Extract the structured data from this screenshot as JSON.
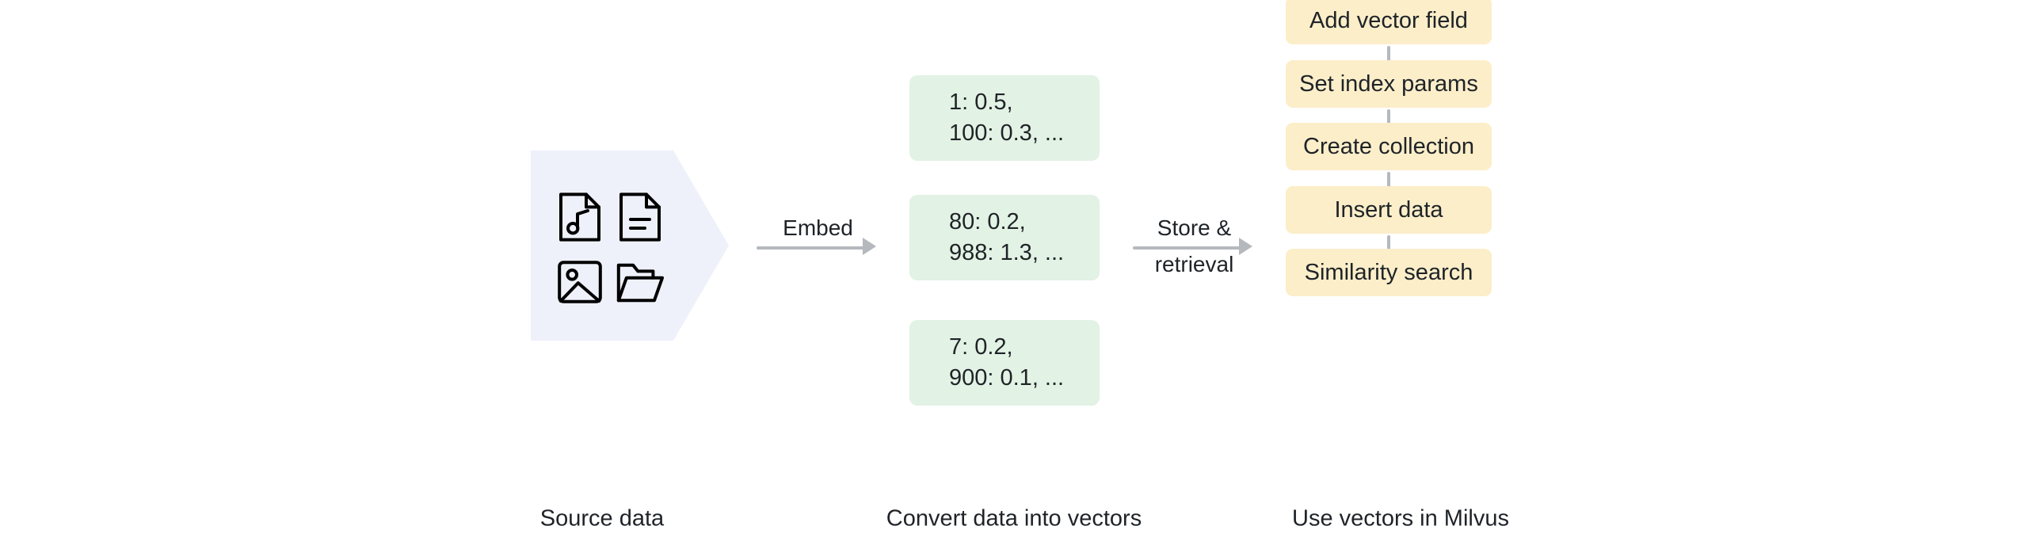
{
  "diagram": {
    "title": "Milvus vector data pipeline",
    "background": "#ffffff",
    "colors": {
      "source_panel": "#eef1fa",
      "vector_chip": "#e2f2e4",
      "step_box": "#fbeec9",
      "arrow": "#b5b8bd",
      "text": "#1f2328"
    }
  },
  "source_stage": {
    "icons": [
      {
        "name": "audio-file-icon",
        "label": "audio file"
      },
      {
        "name": "document-file-icon",
        "label": "document file"
      },
      {
        "name": "image-file-icon",
        "label": "image file"
      },
      {
        "name": "folder-icon",
        "label": "folder"
      }
    ]
  },
  "connectors": {
    "embed": {
      "label": "Embed",
      "direction": "right"
    },
    "store": {
      "label_above": "Store &",
      "label_below": "retrieval",
      "direction": "right"
    }
  },
  "vectors": [
    {
      "line1": "1: 0.5,",
      "line2": "100: 0.3, ..."
    },
    {
      "line1": "80: 0.2,",
      "line2": "988: 1.3, ..."
    },
    {
      "line1": "7: 0.2,",
      "line2": "900: 0.1, ..."
    }
  ],
  "steps": [
    {
      "label": "Add vector field"
    },
    {
      "label": "Set index params"
    },
    {
      "label": "Create collection"
    },
    {
      "label": "Insert data"
    },
    {
      "label": "Similarity search"
    }
  ],
  "captions": [
    {
      "text": "Source data"
    },
    {
      "text": "Convert data into vectors"
    },
    {
      "text": "Use vectors in Milvus"
    }
  ]
}
